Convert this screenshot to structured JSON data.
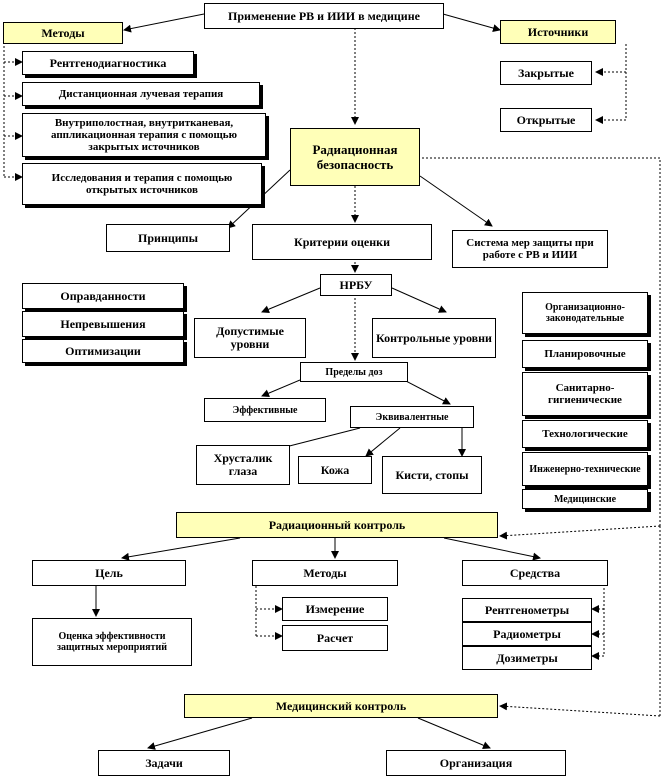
{
  "top_title": "Применение РВ и ИИИ в медицине",
  "methods": {
    "header": "Методы",
    "items": [
      "Рентгенодиагностика",
      "Дистанционная лучевая терапия",
      "Внутриполостная, внутритканевая, аппликационная терапия с помощью закрытых источников",
      "Исследования и терапия с помощью открытых источников"
    ]
  },
  "sources": {
    "header": "Источники",
    "items": [
      "Закрытые",
      "Открытые"
    ]
  },
  "radiation_safety": "Радиационная безопасность",
  "principles": {
    "header": "Принципы",
    "items": [
      "Оправданности",
      "Непревышения",
      "Оптимизации"
    ]
  },
  "criteria": {
    "header": "Критерии оценки",
    "nrbu": "НРБУ",
    "permissible": "Допустимые уровни",
    "control": "Контрольные уровни",
    "dose_limits": "Пределы доз",
    "effective": "Эффективные",
    "equivalent": "Эквивалентные",
    "lens": "Хрусталик глаза",
    "skin": "Кожа",
    "hands": "Кисти, стопы"
  },
  "protection": {
    "header": "Система мер защиты при работе с РВ и ИИИ",
    "items": [
      "Организационно-законодательные",
      "Планировочные",
      "Санитарно-гигиенические",
      "Технологические",
      "Инженерно-технические",
      "Медицинские"
    ]
  },
  "radiation_control": {
    "header": "Радиационный контроль",
    "goal": "Цель",
    "goal_item": "Оценка эффективности защитных мероприятий",
    "methods": "Методы",
    "method_items": [
      "Измерение",
      "Расчет"
    ],
    "means": "Средства",
    "means_items": [
      "Рентгенометры",
      "Радиометры",
      "Дозиметры"
    ]
  },
  "medical_control": {
    "header": "Медицинский контроль",
    "tasks": "Задачи",
    "organization": "Организация"
  }
}
